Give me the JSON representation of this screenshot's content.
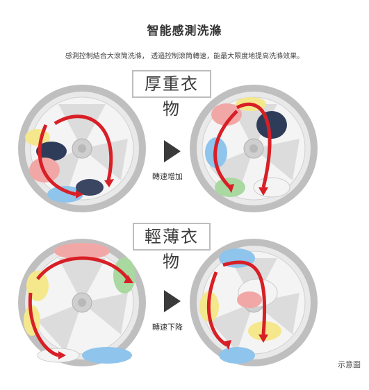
{
  "title": "智能感測洗滌",
  "subtitle": "感測控制結合大滾筒洗滌， 透過控制滾筒轉速，能最大限度地提高洗滌效果。",
  "heavy_label": "厚重衣物",
  "light_label": "輕薄衣物",
  "speed_up": "轉速增加",
  "speed_down": "轉速下降",
  "note": "示意圖",
  "colors": {
    "arrow": "#d81f26",
    "drum_rim": "#c8c8c8",
    "drum_inner": "#e6e6e6"
  }
}
